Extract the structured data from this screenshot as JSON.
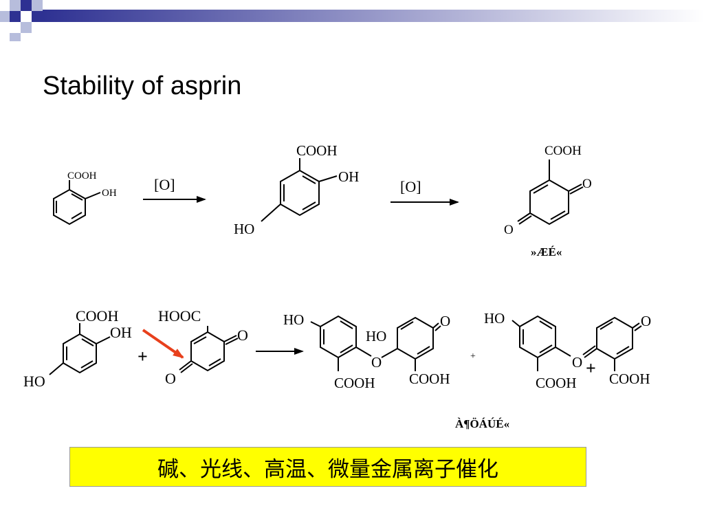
{
  "slide": {
    "title": "Stability of asprin",
    "caption": "碱、光线、高温、微量金属离子催化"
  },
  "colors": {
    "decor_blue": "#2e3192",
    "decor_light": "#b7bddc",
    "arrow_red": "#e8401c",
    "caption_bg": "#ffff00"
  },
  "scheme": {
    "row1": {
      "m1": {
        "cooh": "COOH",
        "oh": "OH"
      },
      "arrow1_label": "[O]",
      "m2": {
        "cooh": "COOH",
        "oh": "OH",
        "ho": "HO"
      },
      "arrow2_label": "[O]",
      "m3": {
        "cooh": "COOH",
        "o_top": "O",
        "o_bottom": "O"
      },
      "m3_caption": "»ÆÉ«"
    },
    "row2": {
      "m4": {
        "cooh": "COOH",
        "oh": "OH",
        "ho": "HO"
      },
      "plus1": "+",
      "m5": {
        "hooc": "HOOC",
        "o_top": "O",
        "o_bottom": "O"
      },
      "p1": {
        "ho_top": "HO",
        "ho_mid": "HO",
        "o_top": "O",
        "o_bridge": "O",
        "cooh_left": "COOH",
        "cooh_right": "COOH"
      },
      "plus2": "+",
      "p2": {
        "ho_top": "HO",
        "o_top": "O",
        "o_bridge": "O",
        "cooh_left": "COOH",
        "cooh_right": "COOH"
      },
      "plus3": "+",
      "caption": "À¶ÖÁÚÉ«"
    }
  }
}
